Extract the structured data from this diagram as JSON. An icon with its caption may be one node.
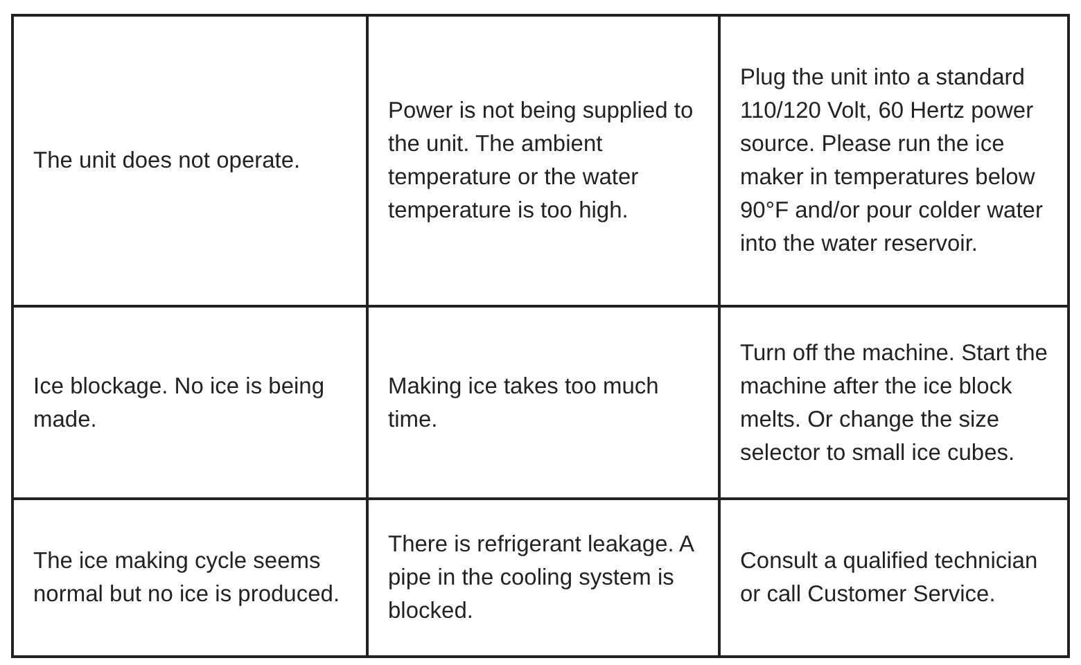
{
  "diagram": {
    "labels": [
      "The unit does not operate.",
      "Power is not being supplied to the unit. The ambient temperature or the water temperature is too high.",
      "Plug the unit into a standard 110/120 Volt, 60 Hertz power source. Please run the ice maker in temperatures below 90°F and/or pour colder water into the water reservoir.",
      "Ice blockage. No ice is being made.",
      "Making ice takes too much time.",
      "Turn off the machine. Start the machine after the ice block melts. Or change the size selector to small ice cubes.",
      "The ice making cycle seems normal but no ice is produced.",
      "There is refrigerant leakage. A pipe in the cooling system is blocked.",
      "Consult a qualified technician or call Customer Service."
    ]
  }
}
